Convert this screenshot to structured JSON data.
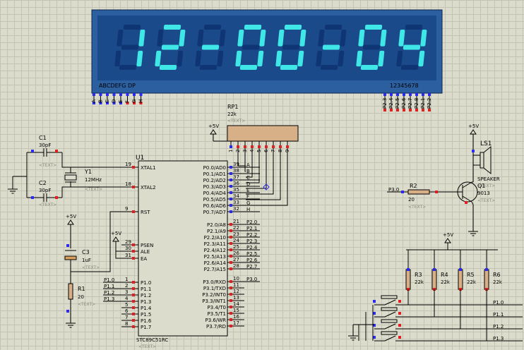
{
  "display": {
    "digits": [
      "1",
      "2",
      "-",
      "0",
      "0",
      "-",
      "0",
      "4"
    ],
    "segment_label": "ABCDEFG  DP",
    "digit_label": "12345678",
    "seg_pins": [
      "A",
      "B",
      "C",
      "D",
      "E",
      "F",
      "G",
      "H"
    ],
    "digit_pins": [
      "P2.3",
      "P2.4",
      "P2.5",
      "P2.6",
      "P2.7",
      "P2.8",
      "P2.1",
      "P2.2"
    ],
    "colors": {
      "panel": "#1a4a8a",
      "bezel": "#2c5fa0",
      "lit": "#3fe7e7",
      "unlit": "#0f3574"
    }
  },
  "rp1": {
    "ref": "RP1",
    "value": "22k",
    "text": "<TEXT>",
    "pins": [
      "1",
      "2",
      "3",
      "4",
      "5",
      "6",
      "7",
      "8",
      "9"
    ]
  },
  "power": {
    "label": "+5V"
  },
  "c1": {
    "ref": "C1",
    "value": "30pF",
    "text": "<TEXT>"
  },
  "c2": {
    "ref": "C2",
    "value": "30pF",
    "text": "<TEXT>"
  },
  "y1": {
    "ref": "Y1",
    "value": "12MHz",
    "text": "<TEXT>"
  },
  "c3": {
    "ref": "C3",
    "value": "1uF",
    "text": "<TEXT>"
  },
  "r1": {
    "ref": "R1",
    "value": "20",
    "text": "<TEXT>"
  },
  "u1": {
    "ref": "U1",
    "part": "STC89C51RC",
    "text": "<TEXT>",
    "left_pins": [
      {
        "n": "19",
        "name": "XTAL1"
      },
      {
        "n": "18",
        "name": "XTAL2"
      },
      {
        "n": "9",
        "name": "RST"
      },
      {
        "n": "29",
        "name": "PSEN"
      },
      {
        "n": "30",
        "name": "ALE"
      },
      {
        "n": "31",
        "name": "EA"
      },
      {
        "n": "1",
        "name": "P1.0"
      },
      {
        "n": "2",
        "name": "P1.1"
      },
      {
        "n": "3",
        "name": "P1.2"
      },
      {
        "n": "4",
        "name": "P1.3"
      },
      {
        "n": "5",
        "name": "P1.4"
      },
      {
        "n": "6",
        "name": "P1.5"
      },
      {
        "n": "7",
        "name": "P1.6"
      },
      {
        "n": "8",
        "name": "P1.7"
      }
    ],
    "right_pins": [
      {
        "n": "39",
        "name": "P0.0/AD0",
        "net": "A"
      },
      {
        "n": "38",
        "name": "P0.1/AD1",
        "net": "B"
      },
      {
        "n": "37",
        "name": "P0.2/AD2",
        "net": "C"
      },
      {
        "n": "36",
        "name": "P0.3/AD3",
        "net": "D"
      },
      {
        "n": "35",
        "name": "P0.4/AD4",
        "net": "E"
      },
      {
        "n": "34",
        "name": "P0.5/AD5",
        "net": "F"
      },
      {
        "n": "33",
        "name": "P0.6/AD6",
        "net": "G"
      },
      {
        "n": "32",
        "name": "P0.7/AD7",
        "net": "H"
      },
      {
        "n": "21",
        "name": "P2.0/A8",
        "net": "P2.0"
      },
      {
        "n": "22",
        "name": "P2.1/A9",
        "net": "P2.1"
      },
      {
        "n": "23",
        "name": "P2.2/A10",
        "net": "P2.2"
      },
      {
        "n": "24",
        "name": "P2.3/A11",
        "net": "P2.3"
      },
      {
        "n": "25",
        "name": "P2.4/A12",
        "net": "P2.4"
      },
      {
        "n": "26",
        "name": "P2.5/A13",
        "net": "P2.5"
      },
      {
        "n": "27",
        "name": "P2.6/A14",
        "net": "P2.6"
      },
      {
        "n": "28",
        "name": "P2.7/A15",
        "net": "P2.7"
      },
      {
        "n": "10",
        "name": "P3.0/RXD",
        "net": "P3.0"
      },
      {
        "n": "11",
        "name": "P3.1/TXD",
        "net": ""
      },
      {
        "n": "12",
        "name": "P3.2/INT0",
        "net": ""
      },
      {
        "n": "13",
        "name": "P3.3/INT1",
        "net": ""
      },
      {
        "n": "14",
        "name": "P3.4/T0",
        "net": ""
      },
      {
        "n": "15",
        "name": "P3.5/T1",
        "net": ""
      },
      {
        "n": "16",
        "name": "P3.6/WR",
        "net": ""
      },
      {
        "n": "17",
        "name": "P3.7/RD",
        "net": ""
      }
    ],
    "p1_labels": [
      "P1.0",
      "P1.1",
      "P1.2",
      "P1.3"
    ]
  },
  "speaker": {
    "ref": "LS1",
    "value": "SPEAKER",
    "text": "<TEXT>"
  },
  "q1": {
    "ref": "Q1",
    "value": "9013",
    "text": "<TEXT>"
  },
  "r2": {
    "ref": "R2",
    "value": "20",
    "text": "<TEXT>",
    "net": "P3.0"
  },
  "pullups": [
    {
      "ref": "R3",
      "value": "22k",
      "net": "P1.0"
    },
    {
      "ref": "R4",
      "value": "22k",
      "net": "P1.1"
    },
    {
      "ref": "R5",
      "value": "22k",
      "net": "P1.2"
    },
    {
      "ref": "R6",
      "value": "22k",
      "net": "P1.3"
    }
  ]
}
